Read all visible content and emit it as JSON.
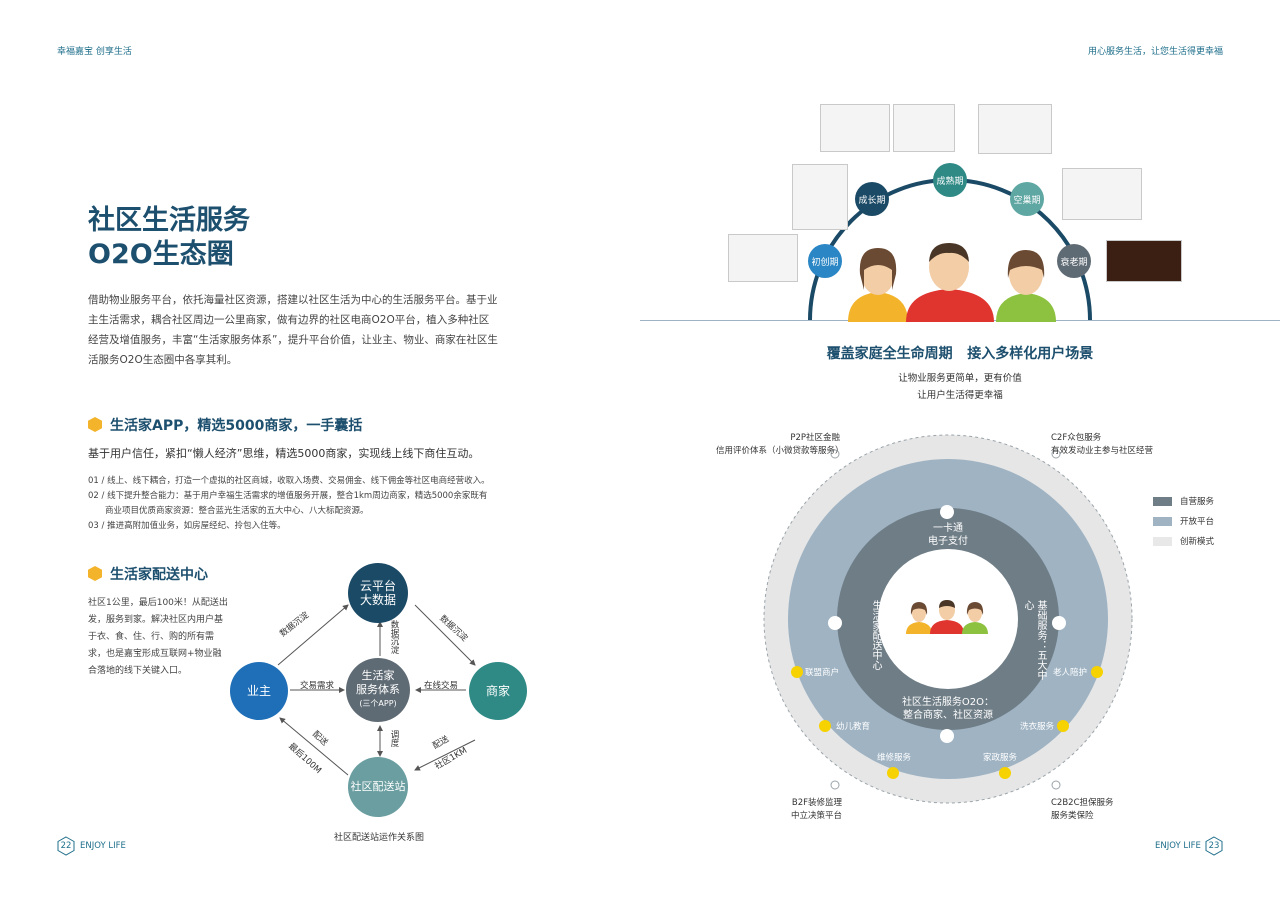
{
  "header": {
    "left": "幸福嘉宝  创享生活",
    "right": "用心服务生活，让您生活得更幸福"
  },
  "left_page": {
    "title_line1": "社区生活服务",
    "title_line2": "O2O生态圈",
    "intro": "借助物业服务平台，依托海量社区资源，搭建以社区生活为中心的生活服务平台。基于业主生活需求，耦合社区周边一公里商家，做有边界的社区电商O2O平台，植入多种社区经营及增值服务，丰富“生活家服务体系”，提升平台价值，让业主、物业、商家在社区生活服务O2O生态圈中各享其利。",
    "section1": {
      "heading": "生活家APP，精选5000商家，一手囊括",
      "lead": "基于用户信任，紧扣“懒人经济”思维，精选5000商家，实现线上线下商住互动。",
      "points": [
        "01 / 线上、线下耦合，打造一个虚拟的社区商城，收取入场费、交易佣金、线下佣金等社区电商经营收入。",
        "02 / 线下提升整合能力：基于用户幸福生活需求的增值服务开展，整合1km周边商家，精选5000余家既有",
        "商业项目优质商家资源：整合蓝光生活家的五大中心、八大标配资源。",
        "03 / 推进高附加值业务，如房屋经纪、拎包入住等。"
      ]
    },
    "section2": {
      "heading": "生活家配送中心",
      "text": "社区1公里，最后100米！从配送出发，服务到家。解决社区内用户基于衣、食、住、行、购的所有需求，也是嘉宝形成互联网+物业融合落地的线下关键入口。"
    },
    "diagram": {
      "cloud": "云平台\n大数据",
      "owner": "业主",
      "merchant": "商家",
      "station": "社区配送站",
      "center_line1": "生活家",
      "center_line2": "服务体系",
      "center_line3": "(三个APP)",
      "l_data1": "数据沉淀",
      "l_data2": "数据沉淀",
      "l_data3": "数据沉淀",
      "l_trade": "交易需求",
      "l_online": "在线交易",
      "l_dispatch": "调度",
      "l_deliver1": "配送",
      "l_last100": "最后100M",
      "l_deliver2": "配送",
      "l_1km": "社区1KM",
      "caption": "社区配送站运作关系图"
    },
    "footer_num": "22",
    "footer_text": "ENJOY LIFE"
  },
  "right_page": {
    "stages": [
      "初创期",
      "成长期",
      "成熟期",
      "空巢期",
      "衰老期"
    ],
    "headline": "覆盖家庭全生命周期   接入多样化用户场景",
    "sub1": "让物业服务更简单，更有价值",
    "sub2": "让用户生活得更幸福",
    "corners": {
      "tl1": "P2P社区金融",
      "tl2": "信用评价体系（小微贷款等服务）",
      "tr1": "C2F众包服务",
      "tr2": "有效发动业主参与社区经营",
      "bl1": "B2F装修监理",
      "bl2": "中立决策平台",
      "br1": "C2B2C担保服务",
      "br2": "服务类保险"
    },
    "inner": {
      "top1": "一卡通",
      "top2": "电子支付",
      "left": "生活家配送中心",
      "right": "基础服务：五大中心",
      "bottom1": "社区生活服务O2O：",
      "bottom2": "整合商家、社区资源"
    },
    "ring": [
      "联盟商户",
      "幼儿教育",
      "维修服务",
      "家政服务",
      "洗衣服务",
      "老人陪护"
    ],
    "legend": [
      "自营服务",
      "开放平台",
      "创新模式"
    ],
    "colors": {
      "self": "#6f7d86",
      "open": "#9fb3c3",
      "innov": "#e8e8e8",
      "accent": "#f6d200"
    },
    "footer_text": "ENJOY LIFE",
    "footer_num": "23"
  }
}
